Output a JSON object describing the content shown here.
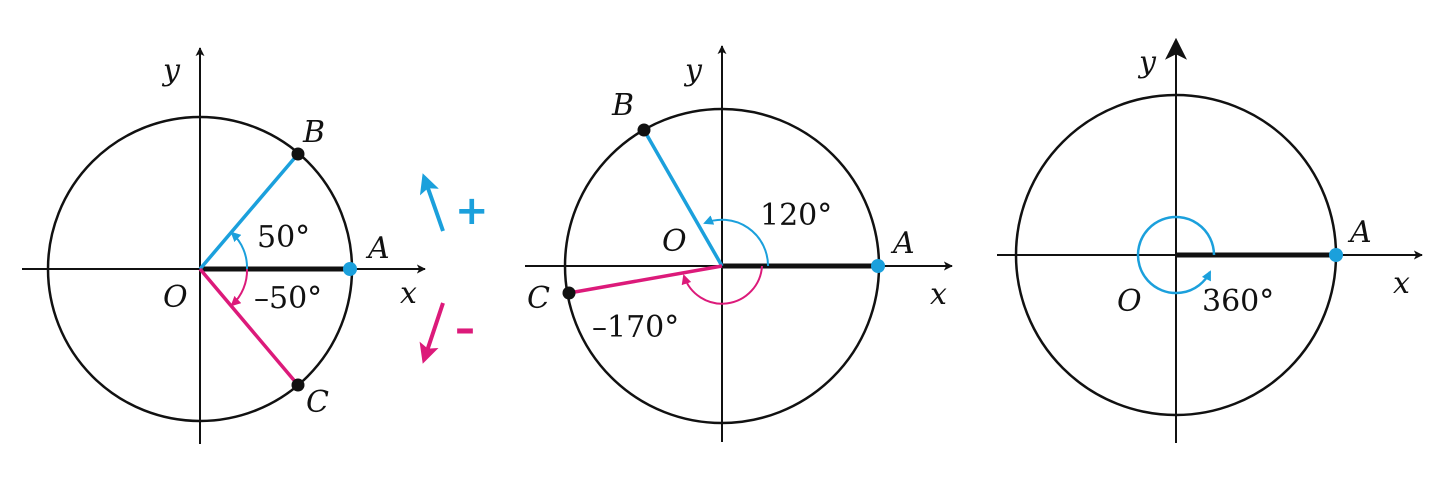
{
  "colors": {
    "positive": "#1ba0dc",
    "negative": "#dc1a7a",
    "ink": "#111111"
  },
  "diagram1": {
    "label_y": "y",
    "label_x": "x",
    "label_origin": "O",
    "label_A": "A",
    "label_B": "B",
    "label_C": "C",
    "angle_positive": "50°",
    "angle_negative": "–50°"
  },
  "legend": {
    "plus": "+",
    "minus": "–"
  },
  "diagram2": {
    "label_y": "y",
    "label_x": "x",
    "label_origin": "O",
    "label_A": "A",
    "label_B": "B",
    "label_C": "C",
    "angle_positive": "120°",
    "angle_negative": "–170°"
  },
  "diagram3": {
    "label_y": "y",
    "label_x": "x",
    "label_origin": "O",
    "label_A": "A",
    "angle_full": "360°"
  }
}
